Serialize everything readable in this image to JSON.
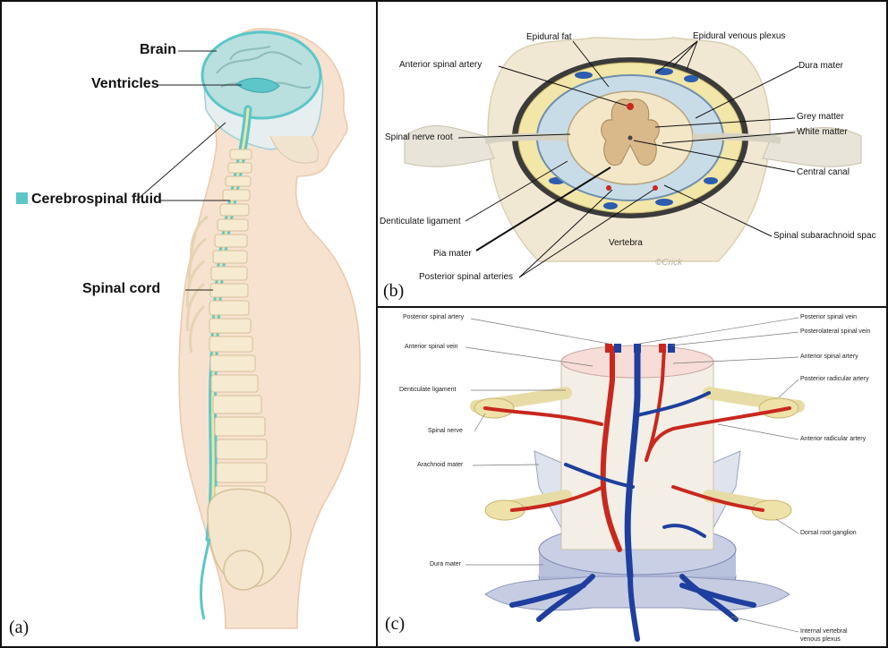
{
  "panels": {
    "a": {
      "tag": "(a)",
      "labels": {
        "brain": "Brain",
        "ventricles": "Ventricles",
        "csf": "Cerebrospinal fluid",
        "spinal_cord": "Spinal cord"
      },
      "colors": {
        "csf": "#5cc6c9",
        "skin": "#f3dcc8",
        "bone": "#f4e7c8"
      }
    },
    "b": {
      "tag": "(b)",
      "labels": {
        "epidural_fat": "Epidural fat",
        "epidural_venous_plexus": "Epidural venous plexus",
        "anterior_spinal_artery": "Anterior spinal artery",
        "dura_mater": "Dura mater",
        "grey_matter": "Grey matter",
        "white_matter": "White matter",
        "spinal_nerve_root": "Spinal nerve root",
        "central_canal": "Central canal",
        "denticulate_ligament": "Denticulate ligament",
        "pia_mater": "Pia mater",
        "vertebra": "Vertebra",
        "spinal_subarachnoid_space": "Spinal subarachnoid spac",
        "posterior_spinal_arteries": "Posterior spinal arteries",
        "signature": "©Crick"
      }
    },
    "c": {
      "tag": "(c)",
      "labels": {
        "posterior_spinal_artery": "Posterior spinal artery",
        "posterior_spinal_vein": "Posterior spinal vein",
        "posterolateral_spinal_vein": "Posterolateral spinal vein",
        "anterior_spinal_vein": "Anterior spinal vein",
        "anterior_spinal_artery": "Anterior spinal artery",
        "denticulate_ligament": "Denticulate ligament",
        "posterior_radicular_artery": "Posterior radicular artery",
        "spinal_nerve": "Spinal nerve",
        "anterior_radicular_artery": "Anterior radicular artery",
        "arachnoid_mater": "Arachnoid mater",
        "dorsal_root_ganglion": "Dorsal root ganglion",
        "dura_mater": "Dura mater",
        "internal_vertebral_venous_plexus_1": "Internal vertebral",
        "internal_vertebral_venous_plexus_2": "venous plexus"
      },
      "colors": {
        "artery": "#c8281e",
        "vein": "#1f3f9e",
        "cord": "#f3efe6",
        "dura": "#b9c2dc"
      }
    }
  }
}
